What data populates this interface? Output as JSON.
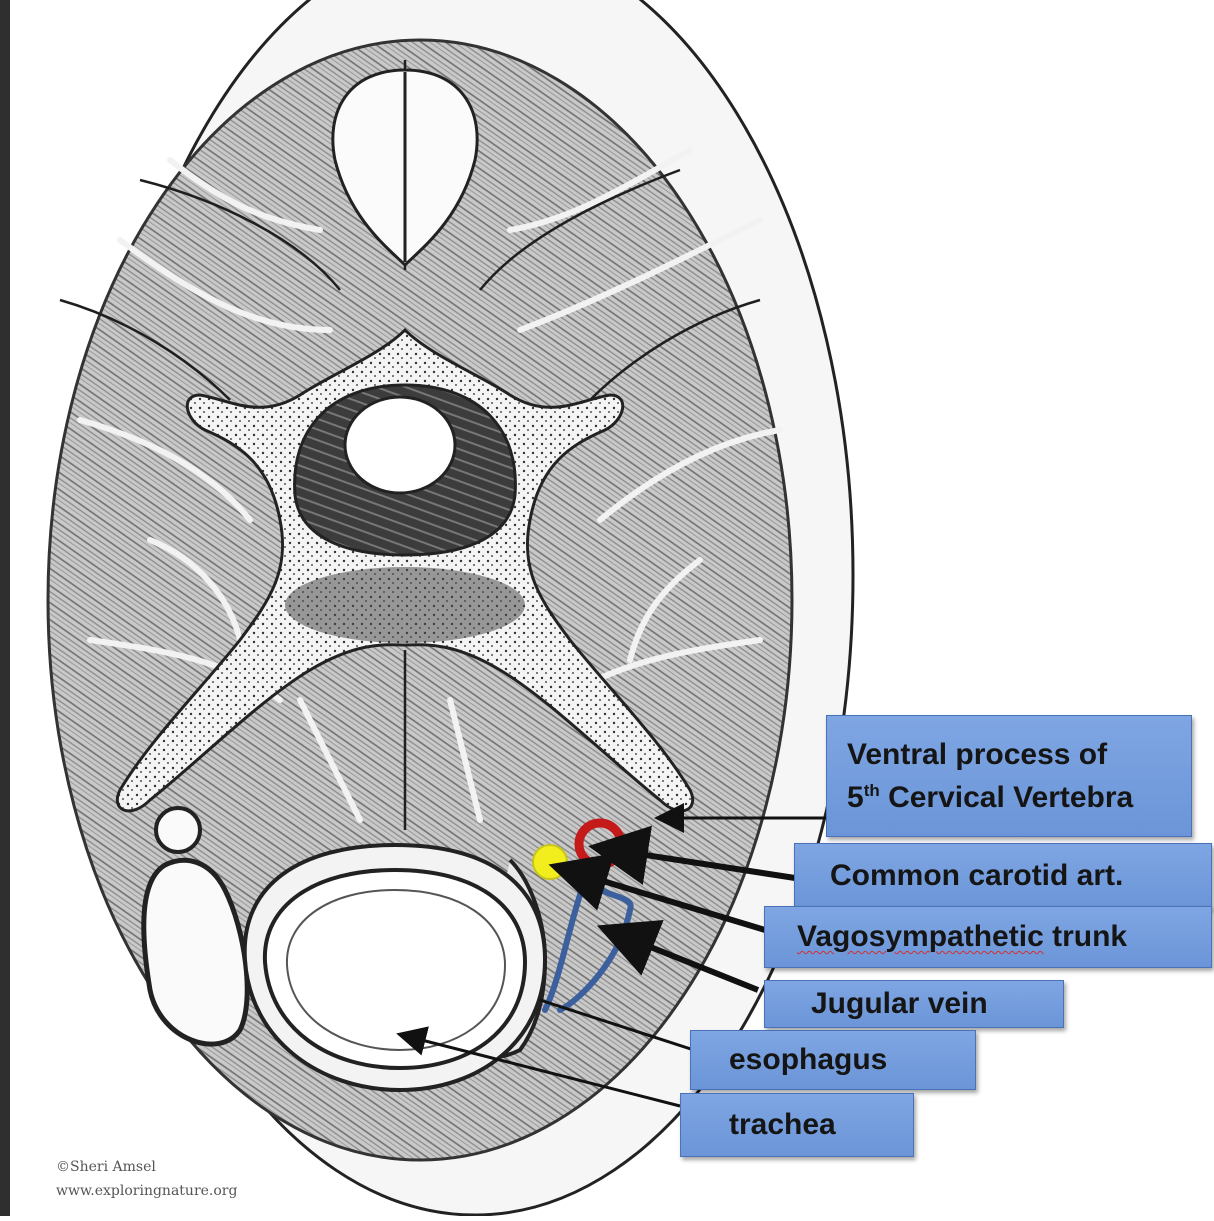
{
  "labels": {
    "ventral_process_line1": "Ventral process of",
    "ventral_process_line2_num": "5",
    "ventral_process_line2_sup": "th",
    "ventral_process_line2_rest": " Cervical Vertebra",
    "common_carotid": "Common carotid art.",
    "vagosympathetic_underlined": "Vagosympathetic",
    "vagosympathetic_rest": " trunk",
    "jugular_vein": "Jugular vein",
    "esophagus": "esophagus",
    "trachea": "trachea"
  },
  "credit": {
    "line1": "©Sheri Amsel",
    "line2": "www.exploringnature.org"
  },
  "colors": {
    "label_fill": "#7aa2e0",
    "carotid_ring": "#c41a1a",
    "vagus_dot": "#f2ee1e",
    "jugular_vein": "#3c5f9e"
  }
}
